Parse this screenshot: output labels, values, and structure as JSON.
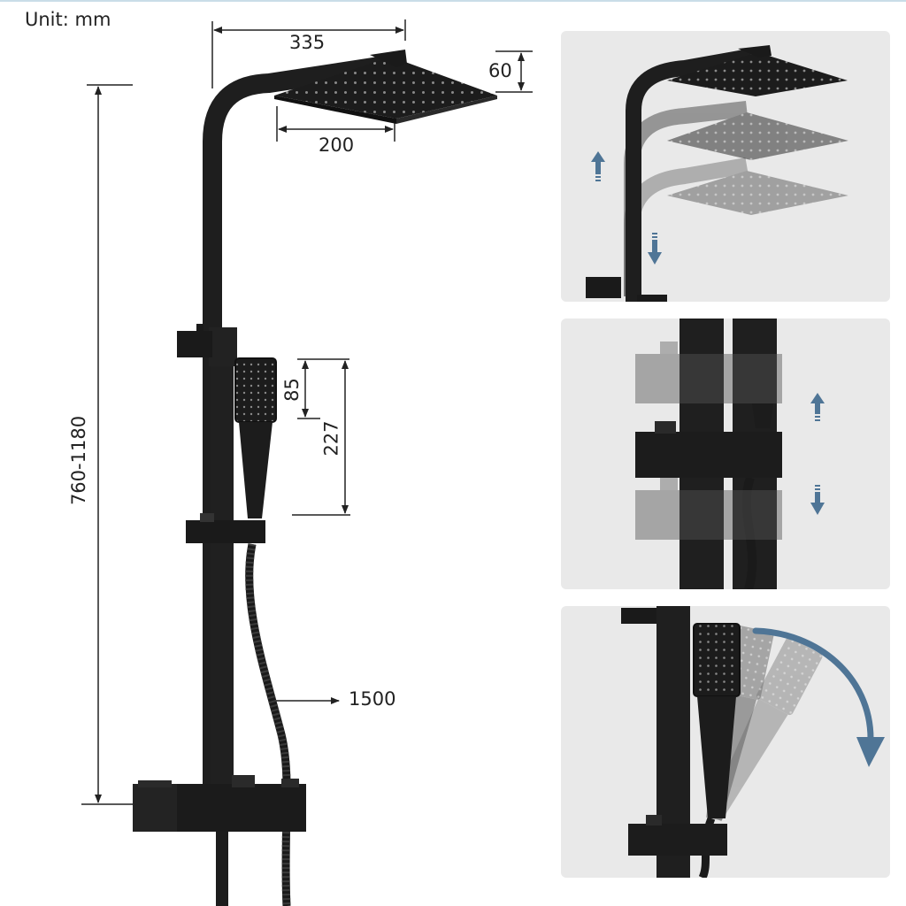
{
  "unit_label": "Unit: mm",
  "dimensions": {
    "head_reach": "335",
    "head_size": "200",
    "head_thickness": "60",
    "height_range": "760-1180",
    "handset_head": "85",
    "handset_length": "227",
    "hose_length": "1500"
  },
  "colors": {
    "fixture": "#1e1e1e",
    "fixture_faded": "#555555",
    "arrow": "#4f7596",
    "panel_bg": "#e9e9e9",
    "dimension_line": "#222222"
  },
  "icons": {
    "up": "arrow-up-icon",
    "down": "arrow-down-icon",
    "rotate": "curved-arrow-icon"
  }
}
